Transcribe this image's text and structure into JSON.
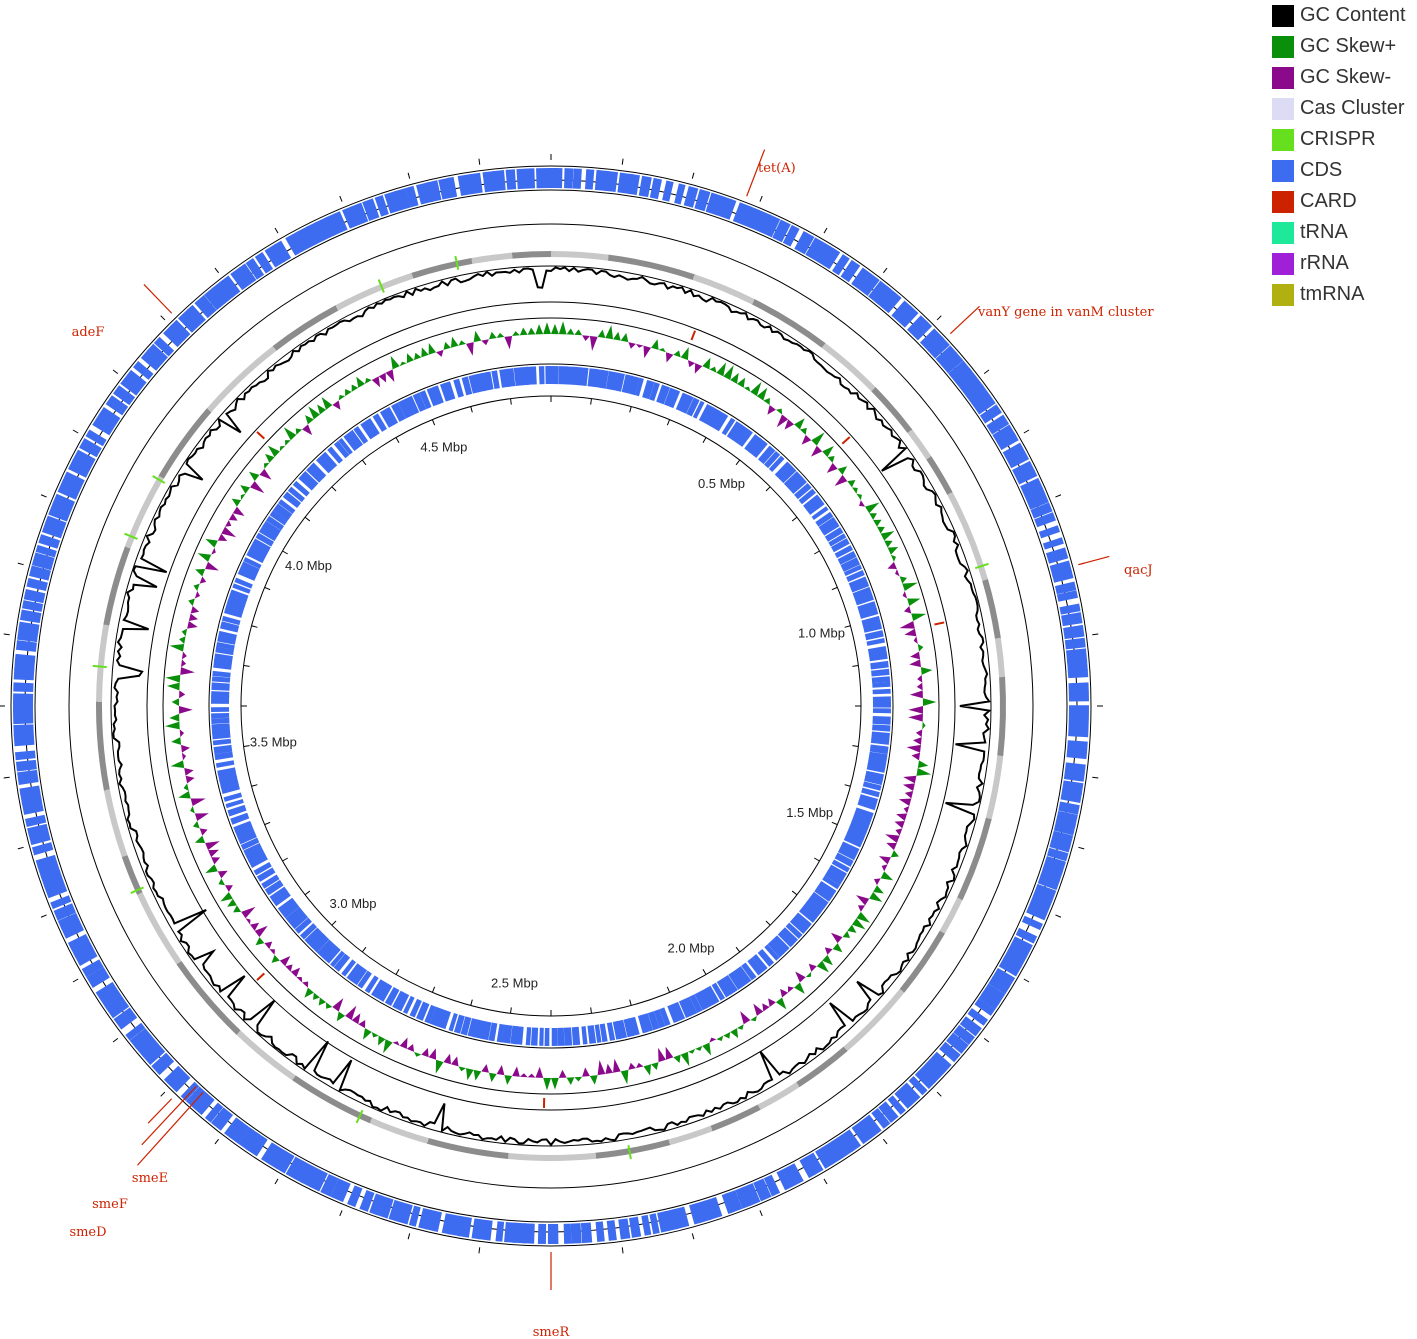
{
  "legend": [
    {
      "label": "GC Content",
      "color": "#000000"
    },
    {
      "label": "GC Skew+",
      "color": "#0a8f0a"
    },
    {
      "label": "GC Skew-",
      "color": "#8b0a8b"
    },
    {
      "label": "Cas Cluster",
      "color": "#dcdcf5"
    },
    {
      "label": "CRISPR",
      "color": "#66e01e"
    },
    {
      "label": "CDS",
      "color": "#3d6cf0"
    },
    {
      "label": "CARD",
      "color": "#cc2200"
    },
    {
      "label": "tRNA",
      "color": "#1ee89a"
    },
    {
      "label": "rRNA",
      "color": "#a020d8"
    },
    {
      "label": "tmRNA",
      "color": "#b0b010"
    }
  ],
  "mbp_labels": [
    "0.5 Mbp",
    "1.0 Mbp",
    "1.5 Mbp",
    "2.0 Mbp",
    "2.5 Mbp",
    "3.0 Mbp",
    "3.5 Mbp",
    "4.0 Mbp",
    "4.5 Mbp"
  ],
  "card_genes": [
    "tet(A)",
    "vanY gene in vanM cluster",
    "qacJ",
    "smeR",
    "smeE",
    "smeF",
    "smeD",
    "adeF"
  ]
}
